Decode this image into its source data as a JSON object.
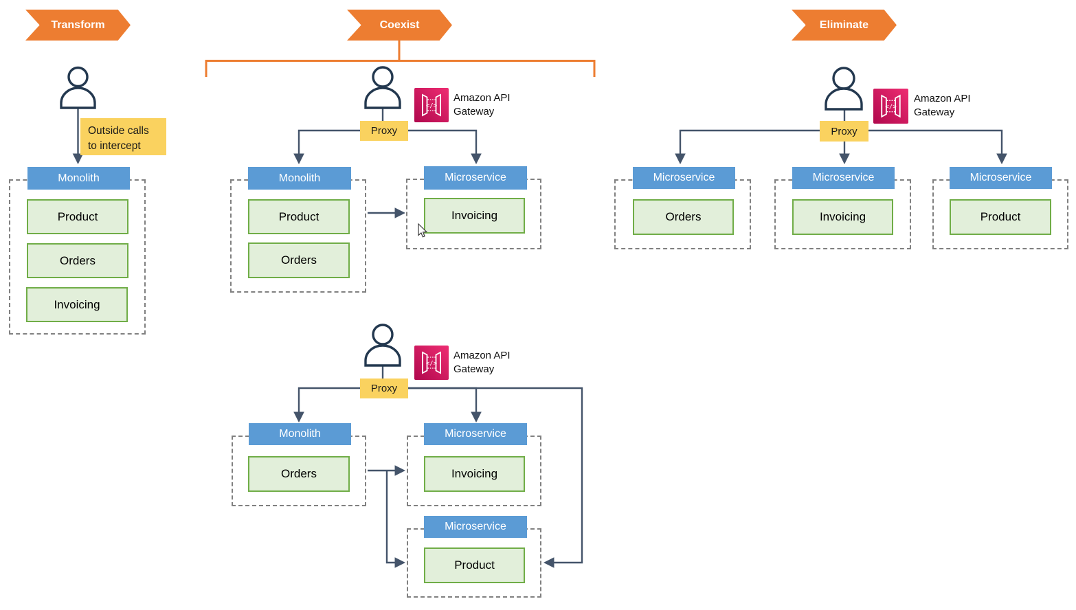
{
  "phases": {
    "transform": {
      "label": "Transform"
    },
    "coexist": {
      "label": "Coexist"
    },
    "eliminate": {
      "label": "Eliminate"
    }
  },
  "note": {
    "line1": "Outside calls",
    "line2": "to intercept"
  },
  "proxy": {
    "label": "Proxy"
  },
  "api_gateway": {
    "line1": "Amazon API",
    "line2": "Gateway"
  },
  "cards": {
    "transform_monolith": {
      "header": "Monolith",
      "modules": [
        "Product",
        "Orders",
        "Invoicing"
      ]
    },
    "coexist1_monolith": {
      "header": "Monolith",
      "modules": [
        "Product",
        "Orders"
      ]
    },
    "coexist1_microservice_invoicing": {
      "header": "Microservice",
      "modules": [
        "Invoicing"
      ]
    },
    "coexist2_monolith": {
      "header": "Monolith",
      "modules": [
        "Orders"
      ]
    },
    "coexist2_microservice_invoicing": {
      "header": "Microservice",
      "modules": [
        "Invoicing"
      ]
    },
    "coexist2_microservice_product": {
      "header": "Microservice",
      "modules": [
        "Product"
      ]
    },
    "eliminate_microservice_orders": {
      "header": "Microservice",
      "modules": [
        "Orders"
      ]
    },
    "eliminate_microservice_invoicing": {
      "header": "Microservice",
      "modules": [
        "Invoicing"
      ]
    },
    "eliminate_microservice_product": {
      "header": "Microservice",
      "modules": [
        "Product"
      ]
    }
  },
  "icons": {
    "person": "person-icon",
    "api_gateway": "api-gateway-icon",
    "cursor": "mouse-cursor-icon"
  },
  "colors": {
    "phase_arrow_orange": "#ED7D31",
    "header_blue": "#5B9BD5",
    "module_fill_green": "#E2EFDA",
    "module_border_green": "#70AD47",
    "note_yellow": "#FAD25F",
    "connector_slate": "#44546A",
    "dashed_gray": "#808080",
    "gateway_pink_dark": "#B0084D",
    "gateway_pink_light": "#EE2D72"
  }
}
